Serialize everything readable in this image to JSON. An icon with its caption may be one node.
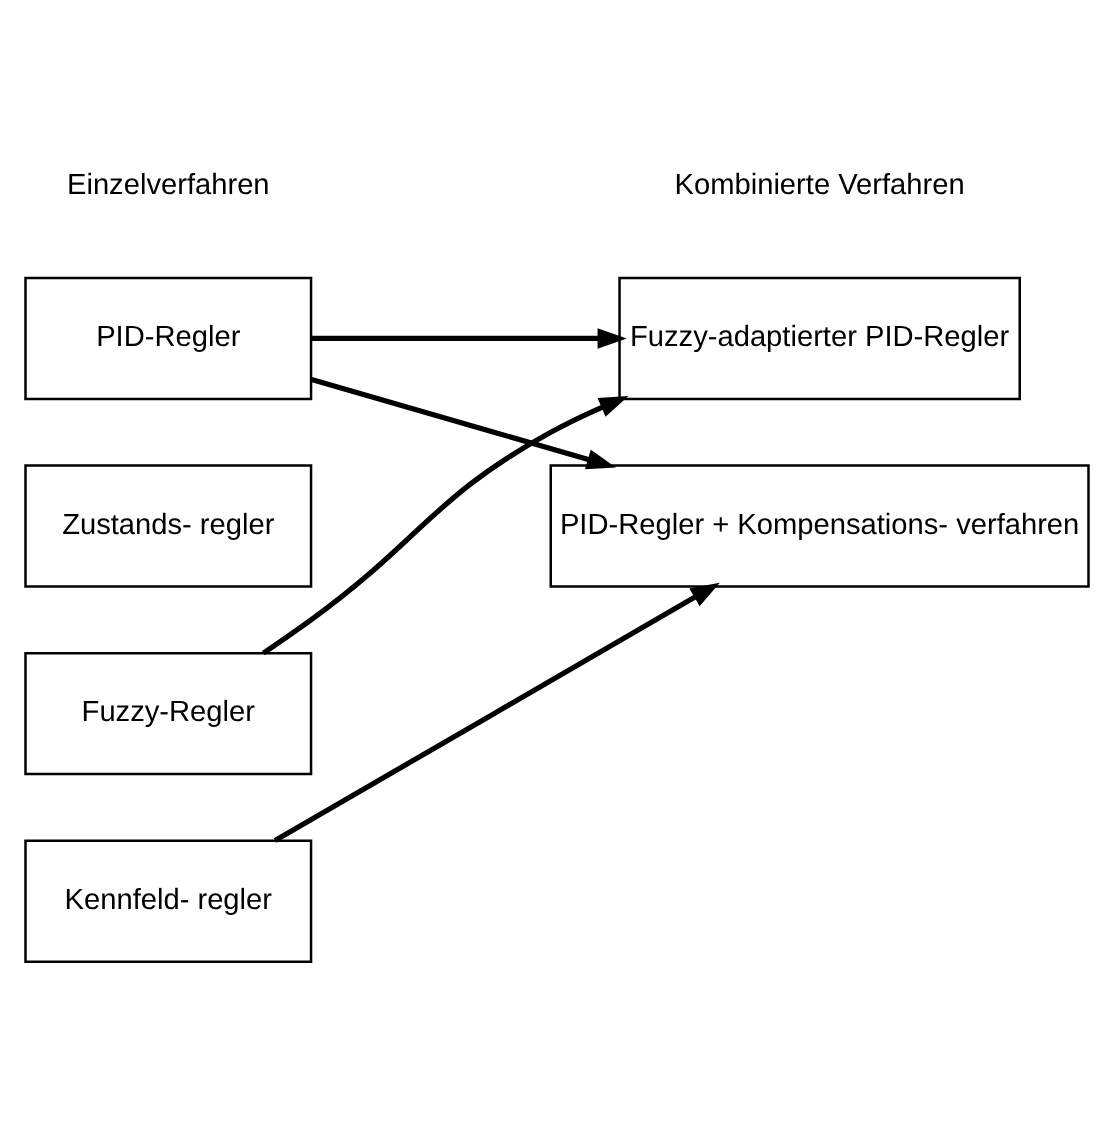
{
  "diagram": {
    "nodes": [
      {
        "text": [
          "PID-Regler"
        ]
      },
      {
        "text": [
          "Zustands- regler"
        ]
      },
      {
        "text": [
          "Fuzzy-Regler"
        ]
      },
      {
        "text": [
          "Kennfeld- regler"
        ]
      },
      {
        "text": [
          "Fuzzy-adaptierter PID-Regler"
        ]
      },
      {
        "text": [
          "PID-Regler + Kompensations- verfahren"
        ]
      }
    ],
    "edges": [
      {
        "from": 0,
        "to": 4,
        "arrow": "to"
      },
      {
        "from": 0,
        "to": 5,
        "arrow": "to"
      },
      {
        "from": 2,
        "to": 4,
        "arrow": "to"
      },
      {
        "from": 3,
        "to": 5,
        "arrow": "to"
      }
    ],
    "labels": [
      "Einzelverfahren",
      "Kombinierte Verfahren"
    ]
  }
}
